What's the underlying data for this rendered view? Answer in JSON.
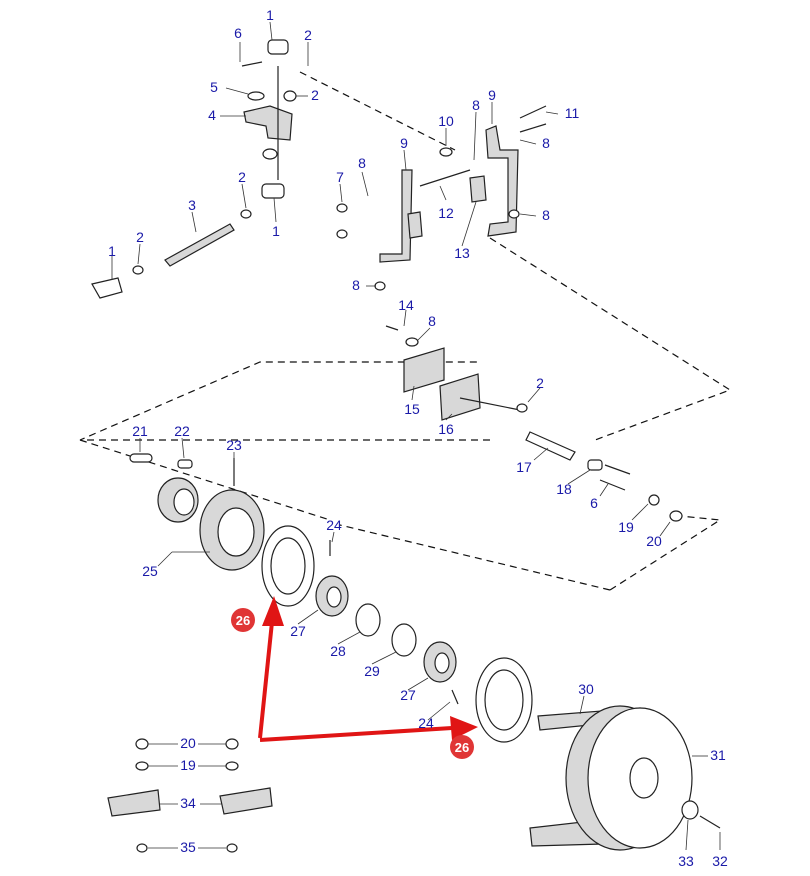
{
  "parts": [
    {
      "id": "p1a",
      "label": "1"
    },
    {
      "id": "p1b",
      "label": "1"
    },
    {
      "id": "p1c",
      "label": "1"
    },
    {
      "id": "p2a",
      "label": "2"
    },
    {
      "id": "p2b",
      "label": "2"
    },
    {
      "id": "p2c",
      "label": "2"
    },
    {
      "id": "p2d",
      "label": "2"
    },
    {
      "id": "p2e",
      "label": "2"
    },
    {
      "id": "p3",
      "label": "3"
    },
    {
      "id": "p4",
      "label": "4"
    },
    {
      "id": "p5",
      "label": "5"
    },
    {
      "id": "p6a",
      "label": "6"
    },
    {
      "id": "p6b",
      "label": "6"
    },
    {
      "id": "p7",
      "label": "7"
    },
    {
      "id": "p8a",
      "label": "8"
    },
    {
      "id": "p8b",
      "label": "8"
    },
    {
      "id": "p8c",
      "label": "8"
    },
    {
      "id": "p8d",
      "label": "8"
    },
    {
      "id": "p8e",
      "label": "8"
    },
    {
      "id": "p8f",
      "label": "8"
    },
    {
      "id": "p9a",
      "label": "9"
    },
    {
      "id": "p9b",
      "label": "9"
    },
    {
      "id": "p10",
      "label": "10"
    },
    {
      "id": "p11",
      "label": "11"
    },
    {
      "id": "p12",
      "label": "12"
    },
    {
      "id": "p13",
      "label": "13"
    },
    {
      "id": "p14",
      "label": "14"
    },
    {
      "id": "p15",
      "label": "15"
    },
    {
      "id": "p16",
      "label": "16"
    },
    {
      "id": "p17",
      "label": "17"
    },
    {
      "id": "p18",
      "label": "18"
    },
    {
      "id": "p19a",
      "label": "19"
    },
    {
      "id": "p19b",
      "label": "19"
    },
    {
      "id": "p20a",
      "label": "20"
    },
    {
      "id": "p20b",
      "label": "20"
    },
    {
      "id": "p21",
      "label": "21"
    },
    {
      "id": "p22",
      "label": "22"
    },
    {
      "id": "p23",
      "label": "23"
    },
    {
      "id": "p24a",
      "label": "24"
    },
    {
      "id": "p24b",
      "label": "24"
    },
    {
      "id": "p25",
      "label": "25"
    },
    {
      "id": "p27a",
      "label": "27"
    },
    {
      "id": "p27b",
      "label": "27"
    },
    {
      "id": "p28",
      "label": "28"
    },
    {
      "id": "p29",
      "label": "29"
    },
    {
      "id": "p30",
      "label": "30"
    },
    {
      "id": "p31",
      "label": "31"
    },
    {
      "id": "p32",
      "label": "32"
    },
    {
      "id": "p33",
      "label": "33"
    },
    {
      "id": "p34",
      "label": "34"
    },
    {
      "id": "p35",
      "label": "35"
    }
  ],
  "highlight": {
    "label": "26",
    "color": "#e03535",
    "arrow_color": "#e01515"
  },
  "label_color": "#1a1aa8"
}
